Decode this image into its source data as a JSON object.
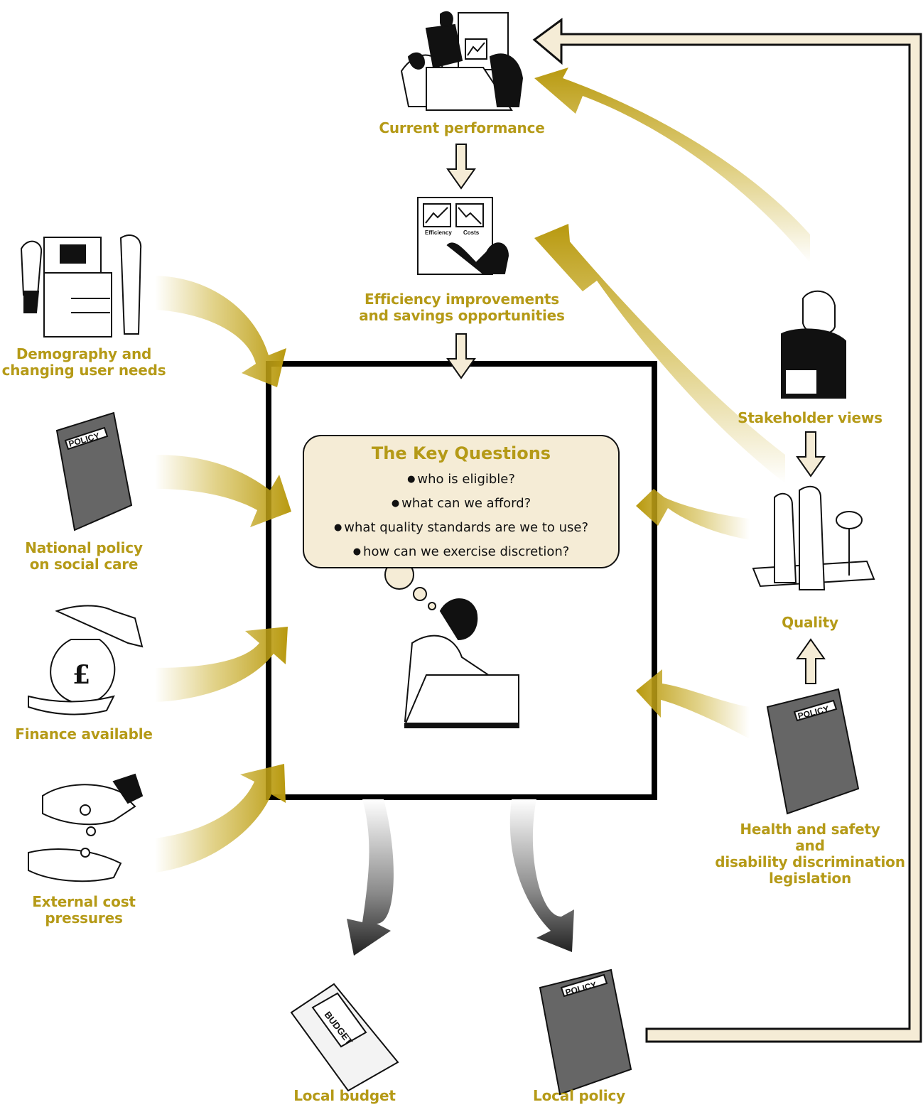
{
  "colors": {
    "accent": "#b59a17",
    "panel": "#f5ecd6",
    "outline": "#111111"
  },
  "nodes": {
    "current_performance": {
      "label_lines": [
        "Current performance"
      ],
      "icon": "meeting-presentation-illustration"
    },
    "efficiency": {
      "label_lines": [
        "Efficiency improvements",
        "and savings opportunities"
      ],
      "icon": "efficiency-costs-chart-illustration",
      "chart_captions": {
        "left": "Efficiency",
        "right": "Costs"
      }
    },
    "demography": {
      "label_lines": [
        "Demography and",
        "changing user needs"
      ],
      "icon": "office-planning-illustration"
    },
    "national_policy": {
      "label_lines": [
        "National policy",
        "on social care"
      ],
      "icon": "policy-document-illustration",
      "doc_title": "POLICY"
    },
    "finance": {
      "label_lines": [
        "Finance available"
      ],
      "icon": "money-bag-illustration",
      "symbol": "£"
    },
    "external_cost": {
      "label_lines": [
        "External cost",
        "pressures"
      ],
      "icon": "coins-hands-illustration"
    },
    "stakeholder": {
      "label_lines": [
        "Stakeholder views"
      ],
      "icon": "woman-phone-illustration"
    },
    "quality": {
      "label_lines": [
        "Quality"
      ],
      "icon": "elderly-couple-bus-stop-illustration"
    },
    "legislation": {
      "label_lines": [
        "Health and safety",
        "and",
        "disability discrimination",
        "legislation"
      ],
      "icon": "policy-document-illustration",
      "doc_title": "POLICY"
    },
    "local_budget": {
      "label_lines": [
        "Local budget"
      ],
      "icon": "budget-document-illustration",
      "doc_title": "BUDGET"
    },
    "local_policy": {
      "label_lines": [
        "Local policy"
      ],
      "icon": "policy-document-illustration",
      "doc_title": "POLICY"
    }
  },
  "key_questions": {
    "title": "The Key Questions",
    "items": [
      "who is eligible?",
      "what can we afford?",
      "what quality standards are we to use?",
      "how can we exercise discretion?"
    ]
  },
  "center_icon": "man-writing-illustration"
}
